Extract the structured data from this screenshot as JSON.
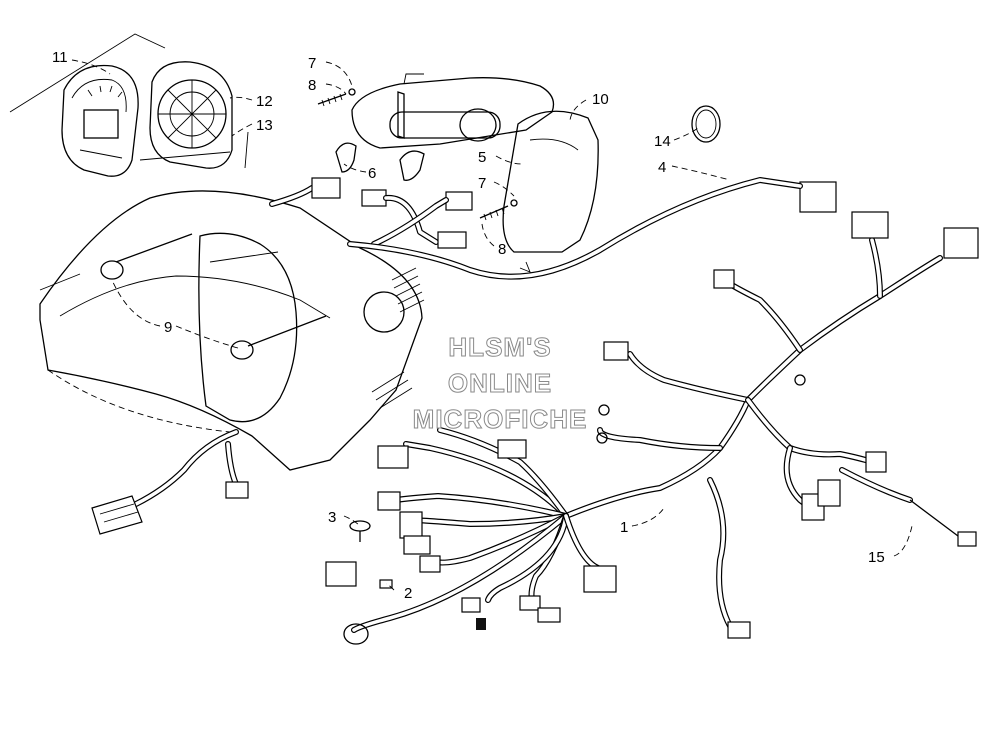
{
  "callouts": {
    "c1": "1",
    "c2": "2",
    "c3": "3",
    "c4": "4",
    "c5": "5",
    "c6": "6",
    "c7a": "7",
    "c7b": "7",
    "c8a": "8",
    "c8b": "8",
    "c9": "9",
    "c10": "10",
    "c11": "11",
    "c12": "12",
    "c13": "13",
    "c14": "14",
    "c15": "15"
  },
  "watermark": {
    "line1": "HLSM'S",
    "line2": "ONLINE",
    "line3": "MICROFICHE"
  }
}
